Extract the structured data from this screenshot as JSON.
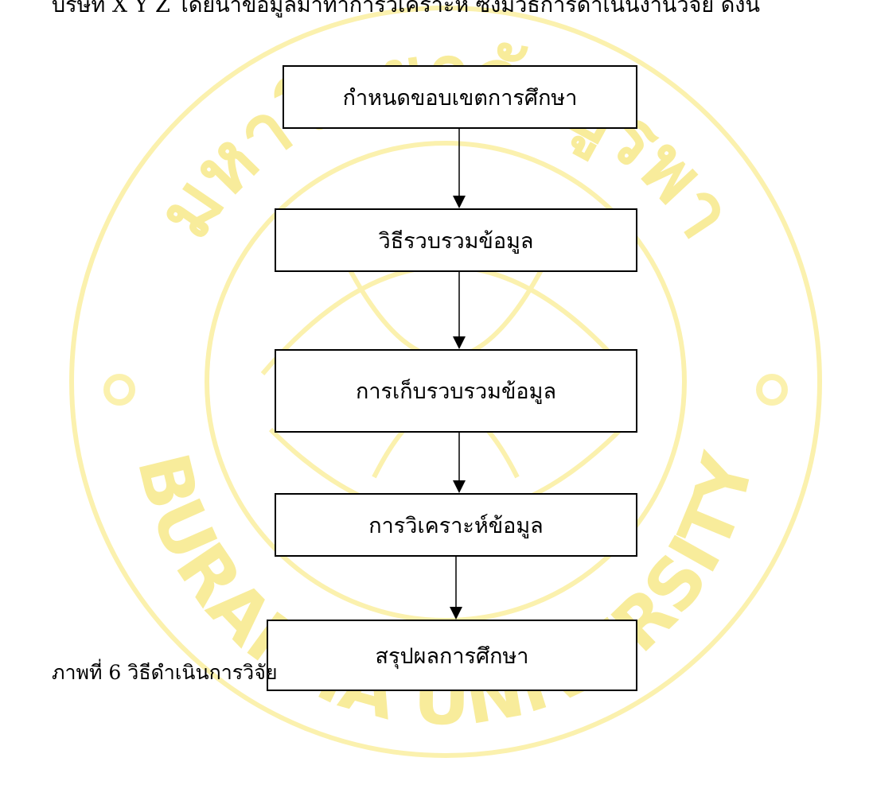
{
  "header_text": "บริษัท X Y Z โดยนำข้อมูลมาทำการวิเคราะห์ ซึ่งมีวิธีการดำเนินงานวิจัย ดังนี้",
  "watermark": {
    "top_text": "มหาวิทยาลัยบูรพา",
    "bottom_text": "BURAPHA UNIVERSITY",
    "color": "#f7e98a"
  },
  "flowchart": {
    "steps": [
      {
        "label": "กำหนดขอบเขตการศึกษา"
      },
      {
        "label": "วิธีรวบรวมข้อมูล"
      },
      {
        "label": "การเก็บรวบรวมข้อมูล"
      },
      {
        "label": "การวิเคราะห์ข้อมูล"
      },
      {
        "label": "สรุปผลการศึกษา"
      }
    ]
  },
  "caption": "ภาพที่ 6 วิธีดำเนินการวิจัย"
}
